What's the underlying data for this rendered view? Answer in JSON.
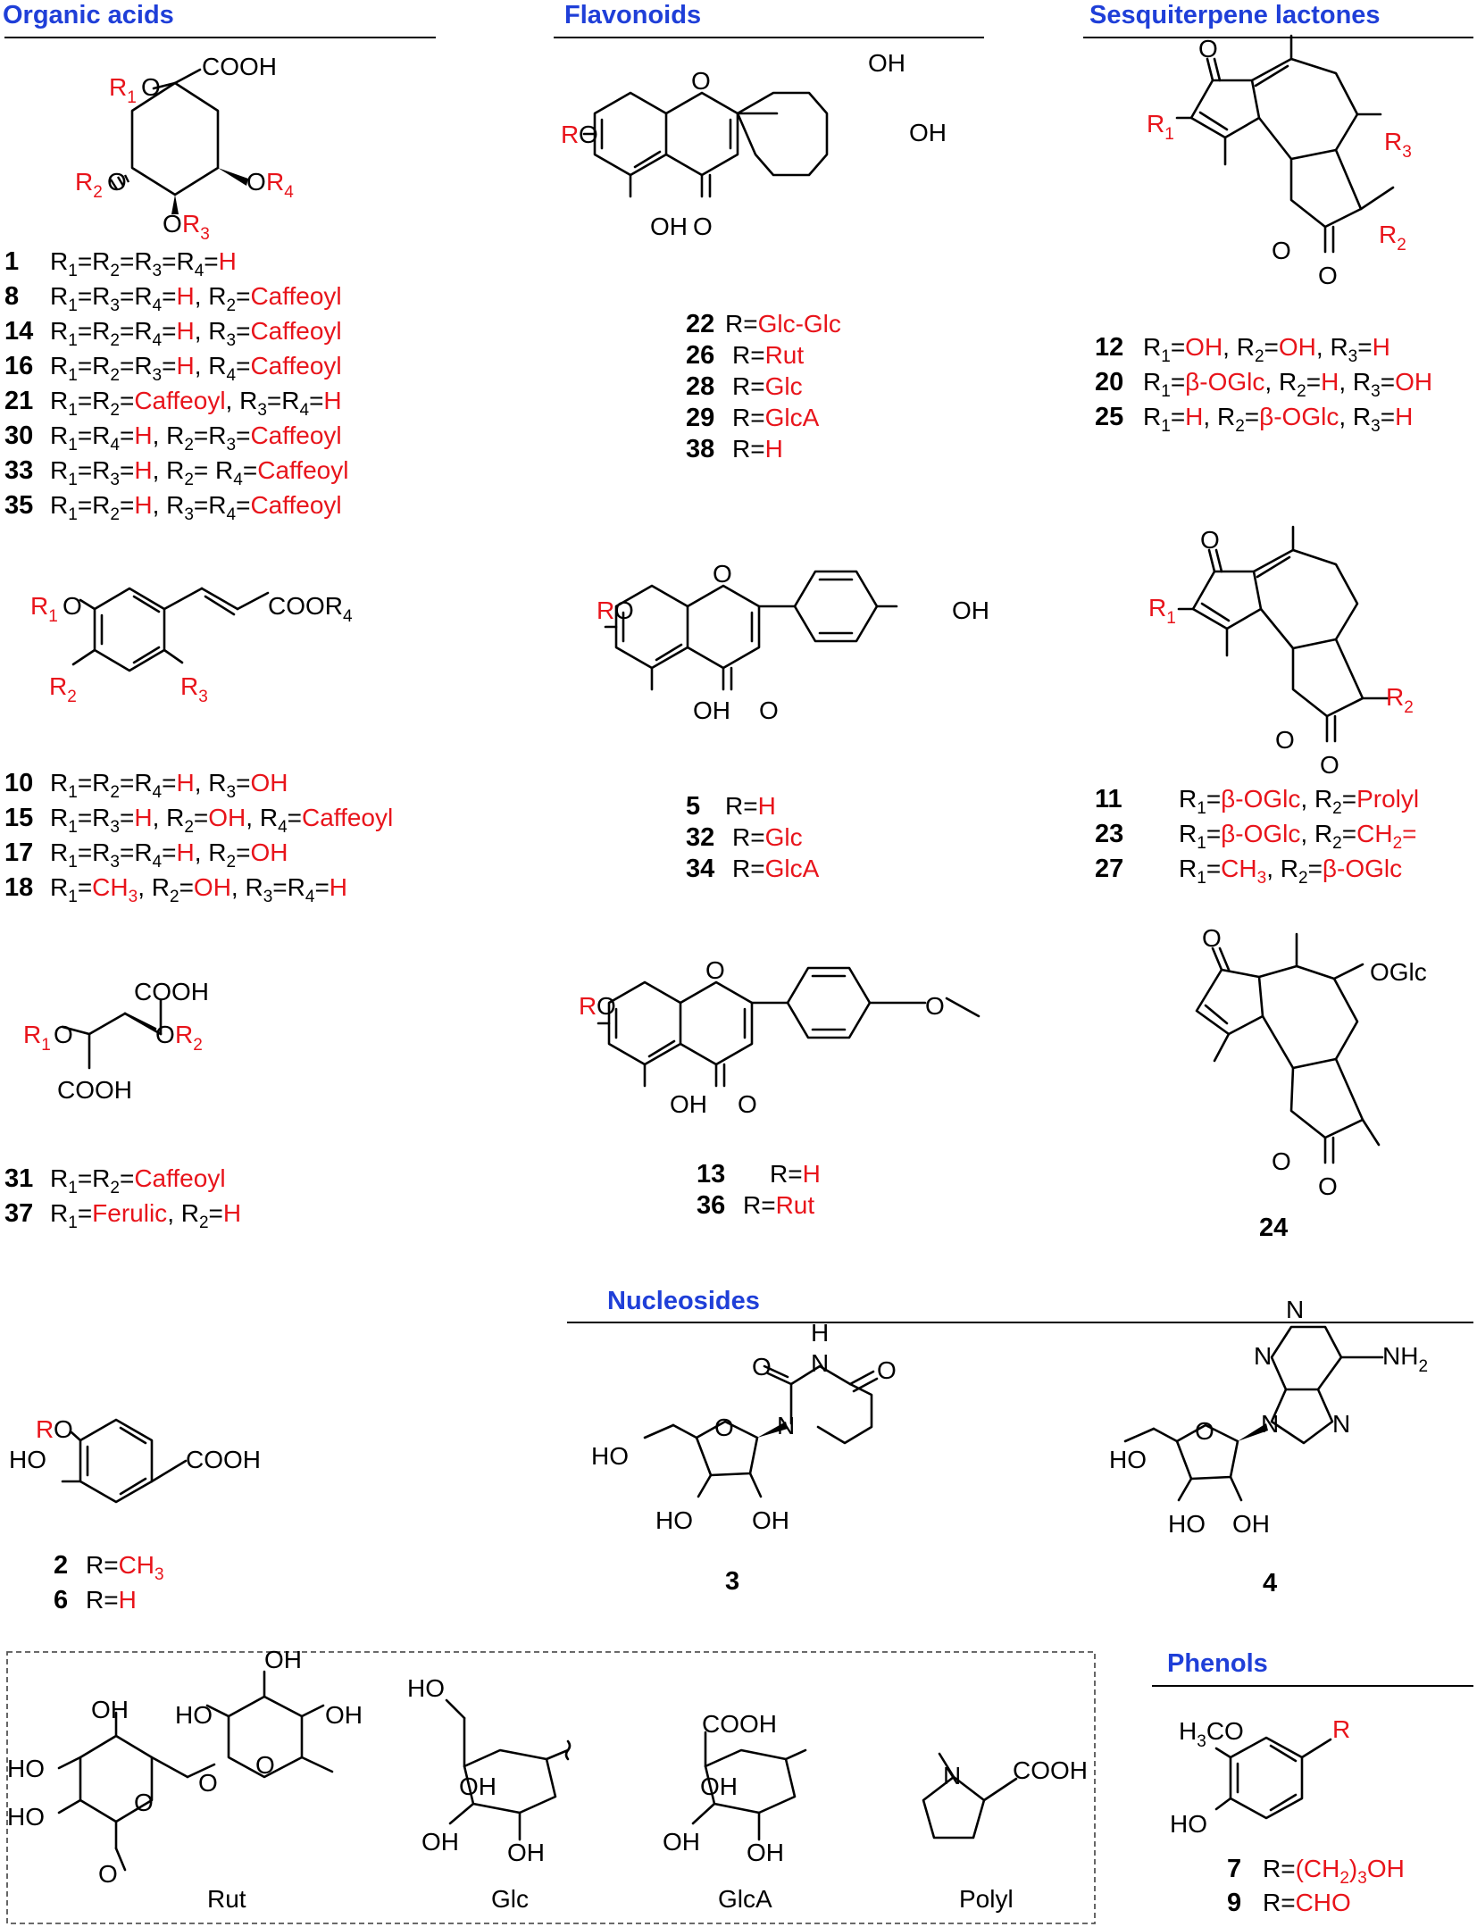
{
  "sections": {
    "organic_acids": "Organic acids",
    "flavonoids": "Flavonoids",
    "sesquiterpene_lactones": "Sesquiterpene lactones",
    "nucleosides": "Nucleosides",
    "phenols": "Phenols"
  },
  "organic_acids": {
    "quinic": [
      {
        "id": "1",
        "text": "R1=R2=R3=R4=H"
      },
      {
        "id": "8",
        "text": "R1=R3=R4=H, R2=Caffeoyl"
      },
      {
        "id": "14",
        "text": "R1=R2=R4=H, R3=Caffeoyl"
      },
      {
        "id": "16",
        "text": "R1=R2=R3=H, R4=Caffeoyl"
      },
      {
        "id": "21",
        "text": "R1=R2=Caffeoyl, R3=R4=H"
      },
      {
        "id": "30",
        "text": "R1=R4=H, R2=R3=Caffeoyl"
      },
      {
        "id": "33",
        "text": "R1=R3=H, R2= R4=Caffeoyl"
      },
      {
        "id": "35",
        "text": "R1=R2=H, R3=R4=Caffeoyl"
      }
    ],
    "cinnamic": [
      {
        "id": "10",
        "text": "R1=R2=R4=H, R3=OH"
      },
      {
        "id": "15",
        "text": "R1=R3=H, R2=OH, R4=Caffeoyl"
      },
      {
        "id": "17",
        "text": "R1=R3=R4=H, R2=OH"
      },
      {
        "id": "18",
        "text": "R1=CH3, R2=OH, R3=R4=H"
      }
    ],
    "tartaric": [
      {
        "id": "31",
        "text": "R1=R2=Caffeoyl"
      },
      {
        "id": "37",
        "text": "R1=Ferulic, R2=H"
      }
    ],
    "benzoic": [
      {
        "id": "2",
        "text": "R=CH3"
      },
      {
        "id": "6",
        "text": "R=H"
      }
    ]
  },
  "flavonoids": {
    "luteolin": [
      {
        "id": "22",
        "text": "R=Glc-Glc"
      },
      {
        "id": "26",
        "text": "R=Rut"
      },
      {
        "id": "28",
        "text": "R=Glc"
      },
      {
        "id": "29",
        "text": "R=GlcA"
      },
      {
        "id": "38",
        "text": "R=H"
      }
    ],
    "apigenin": [
      {
        "id": "5",
        "text": "R=H"
      },
      {
        "id": "32",
        "text": "R=Glc"
      },
      {
        "id": "34",
        "text": "R=GlcA"
      }
    ],
    "acacetin": [
      {
        "id": "13",
        "text": "R=H"
      },
      {
        "id": "36",
        "text": "R=Rut"
      }
    ]
  },
  "sesquiterpenes": {
    "group_a": [
      {
        "id": "12",
        "text": "R1=OH, R2=OH, R3=H"
      },
      {
        "id": "20",
        "text": "R1=β-OGlc, R2=H, R3=OH"
      },
      {
        "id": "25",
        "text": "R1=H, R2=β-OGlc, R3=H"
      }
    ],
    "group_b": [
      {
        "id": "11",
        "text": "R1=β-OGlc, R2=Prolyl"
      },
      {
        "id": "23",
        "text": "R1=β-OGlc, R2=CH2="
      },
      {
        "id": "27",
        "text": "R1=CH3, R2=β-OGlc"
      }
    ],
    "compound_24": "24"
  },
  "nucleosides": {
    "uridine": "3",
    "adenosine": "4"
  },
  "phenols": [
    {
      "id": "7",
      "text": "R=(CH2)3OH"
    },
    {
      "id": "9",
      "text": "R=CHO"
    }
  ],
  "sugars": {
    "rut": "Rut",
    "glc": "Glc",
    "glca": "GlcA",
    "polyl": "Polyl"
  },
  "atoms": {
    "R": "R",
    "R1": "R1",
    "R2": "R2",
    "R3": "R3",
    "R4": "R4",
    "COOH": "COOH",
    "COOR4": "COOR4",
    "OH": "OH",
    "HO": "HO",
    "O": "O",
    "N": "N",
    "H": "H",
    "NH2": "NH2",
    "OGlc": "OGlc",
    "H3CO": "H3CO"
  },
  "colors": {
    "heading": "#1f3fd8",
    "substituent": "#e8141b",
    "text": "#000000"
  }
}
